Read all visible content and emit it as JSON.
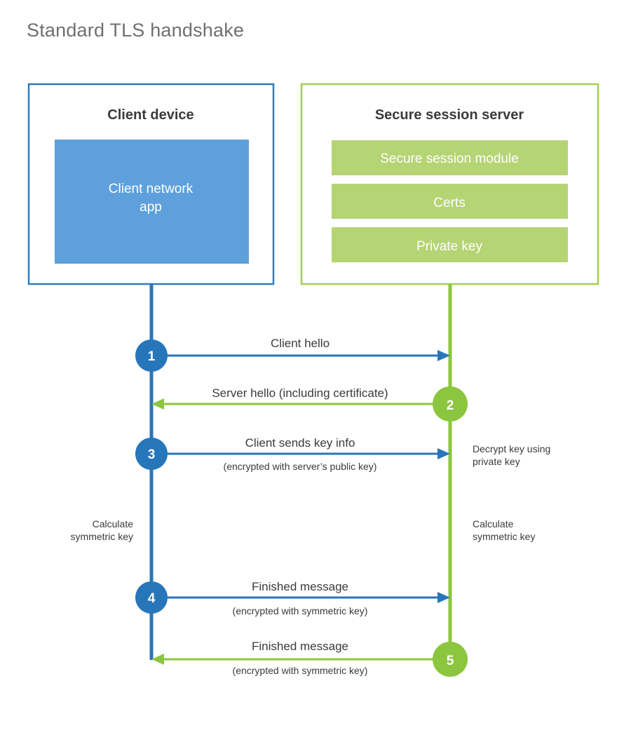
{
  "title": "Standard TLS handshake",
  "colors": {
    "client_border": "#2E7CBE",
    "client_fill": "#5DA0DB",
    "client_accent": "#2776BA",
    "server_border": "#A3CE52",
    "server_bar": "#B5D474",
    "server_accent": "#8CC63E",
    "text_dark": "#3a3a3a",
    "title_gray": "#6f6f6f",
    "white": "#ffffff"
  },
  "client_panel": {
    "title": "Client device",
    "inner_label_line1": "Client network",
    "inner_label_line2": "app"
  },
  "server_panel": {
    "title": "Secure session server",
    "bars": [
      {
        "label": "Secure session module"
      },
      {
        "label": "Certs"
      },
      {
        "label": "Private key"
      }
    ]
  },
  "steps": [
    {
      "number": "1",
      "label": "Client hello",
      "sub": "",
      "direction": "client-to-server",
      "color": "client"
    },
    {
      "number": "2",
      "label": "Server hello (including certificate)",
      "sub": "",
      "direction": "server-to-client",
      "color": "server"
    },
    {
      "number": "3",
      "label": "Client sends key info",
      "sub": "(encrypted with server’s public key)",
      "direction": "client-to-server",
      "color": "client"
    },
    {
      "number": "4",
      "label": "Finished message",
      "sub": "(encrypted with symmetric key)",
      "direction": "client-to-server",
      "color": "client"
    },
    {
      "number": "5",
      "label": "Finished message",
      "sub": "(encrypted with symmetric key)",
      "direction": "server-to-client",
      "color": "server"
    }
  ],
  "notes": {
    "decrypt_line1": "Decrypt key using",
    "decrypt_line2": "private key",
    "client_calc_line1": "Calculate",
    "client_calc_line2": "symmetric key",
    "server_calc_line1": "Calculate",
    "server_calc_line2": "symmetric key"
  }
}
